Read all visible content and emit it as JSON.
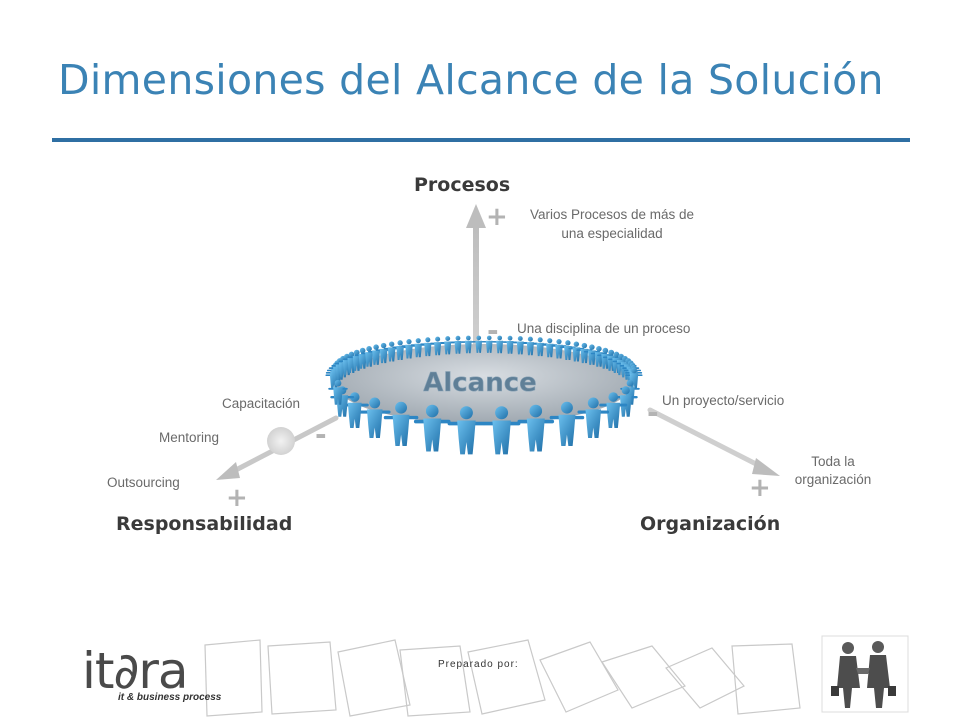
{
  "slide": {
    "title": "Dimensiones del Alcance de la Solución"
  },
  "diagram": {
    "center_label": "Alcance",
    "axes": {
      "procesos": {
        "label": "Procesos",
        "plus_text_line1": "Varios Procesos de más de",
        "plus_text_line2": "una especialidad",
        "minus_text": "Una disciplina de un proceso"
      },
      "responsabilidad": {
        "label": "Responsabilidad",
        "items": [
          "Capacitación",
          "Mentoring",
          "Outsourcing"
        ]
      },
      "organizacion": {
        "label": "Organización",
        "minus_text": "Un proyecto/servicio",
        "plus_text_line1": "Toda la",
        "plus_text_line2": "organización"
      }
    },
    "plus_symbol": "+",
    "minus_symbol": "-"
  },
  "footer": {
    "logo_text": "it∂ra",
    "logo_tagline": "it & business process",
    "prepared_by": "Preparado por:"
  },
  "colors": {
    "title": "#3b83b5",
    "rule": "#2f6fa3",
    "figures": "#2f8fcf",
    "axis_gray": "#c8c8c8",
    "label_dark": "#3a3a3a"
  }
}
